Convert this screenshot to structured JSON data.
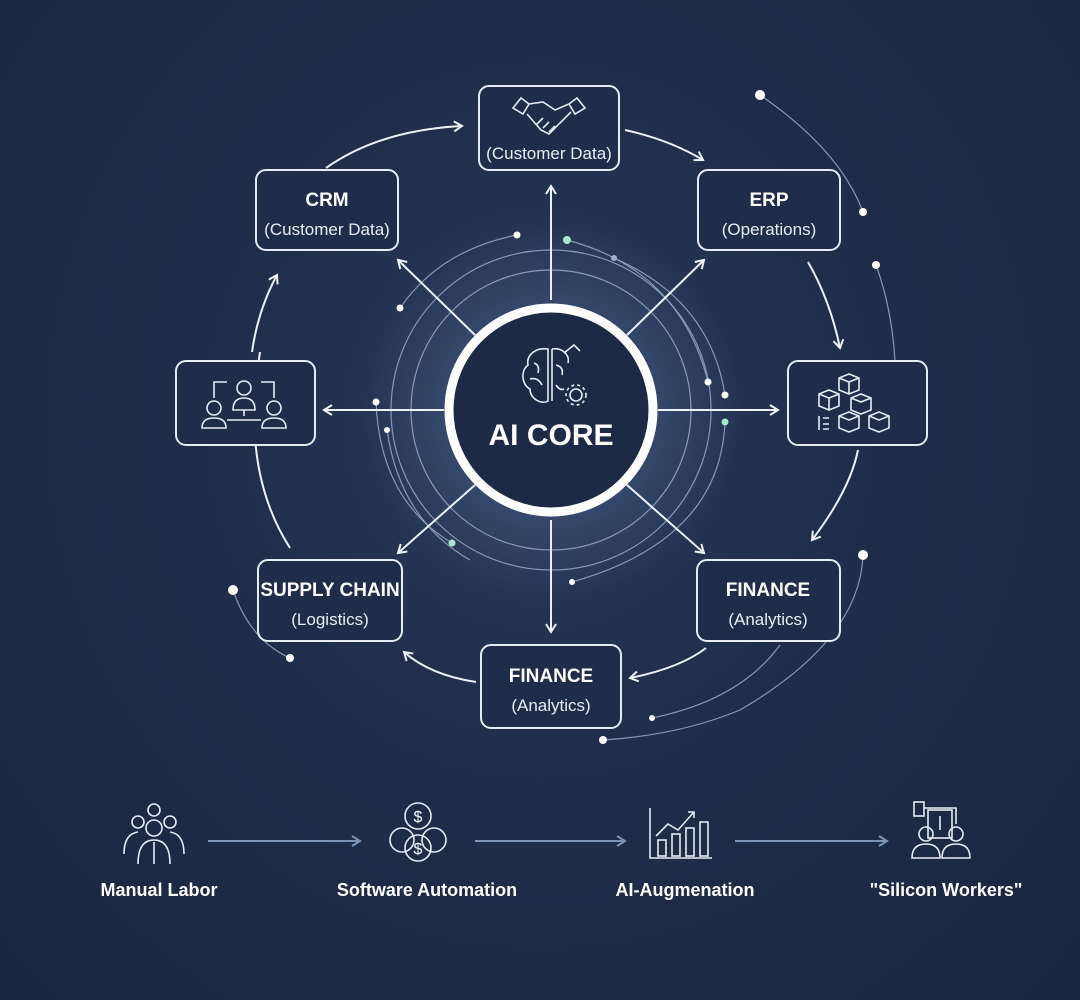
{
  "core": {
    "label": "AI CORE",
    "icon": "brain-gear-icon"
  },
  "nodes": {
    "top": {
      "sub": "(Customer Data)",
      "icon": "handshake-icon"
    },
    "crm": {
      "title": "CRM",
      "sub": "(Customer Data)"
    },
    "erp": {
      "title": "ERP",
      "sub": "(Operations)"
    },
    "left": {
      "icon": "people-network-icon"
    },
    "right": {
      "icon": "cubes-inventory-icon"
    },
    "supply": {
      "title": "SUPPLY CHAIN",
      "sub": "(Logistics)"
    },
    "finance_right": {
      "title": "FINANCE",
      "sub": "(Analytics)"
    },
    "finance_bottom": {
      "title": "FINANCE",
      "sub": "(Analytics)"
    }
  },
  "stages": [
    {
      "label": "Manual Labor",
      "icon": "workers-group-icon"
    },
    {
      "label": "Software Automation",
      "icon": "coins-icon"
    },
    {
      "label": "AI-Augmenation",
      "icon": "bar-chart-growth-icon"
    },
    {
      "label": "\"Silicon Workers\"",
      "icon": "people-screen-icon"
    }
  ],
  "colors": {
    "background": "#1f2d4a",
    "line": "#eef2f8",
    "accent_dot": "#a8e6cf"
  }
}
